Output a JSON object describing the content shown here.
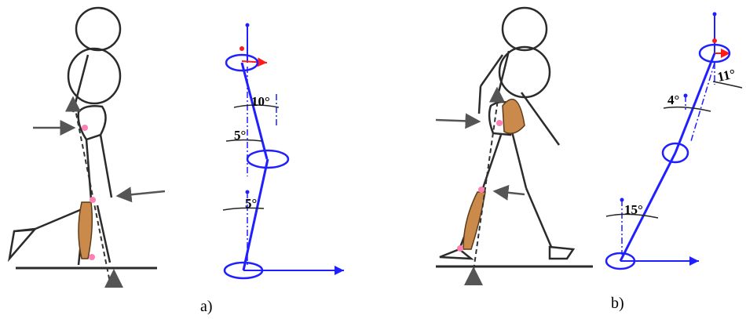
{
  "panels": [
    {
      "id": "a",
      "label": "a)",
      "angles": [
        "10°",
        "5°",
        "5°"
      ]
    },
    {
      "id": "b",
      "label": "b)",
      "angles": [
        "11°",
        "4°",
        "15°"
      ]
    }
  ],
  "colors": {
    "line": "#1f1fff",
    "marker_red": "#ff1a1a",
    "joint_pink": "#ff7fb0",
    "muscle": "#c98a4b",
    "sketch": "#2b2b2b"
  }
}
